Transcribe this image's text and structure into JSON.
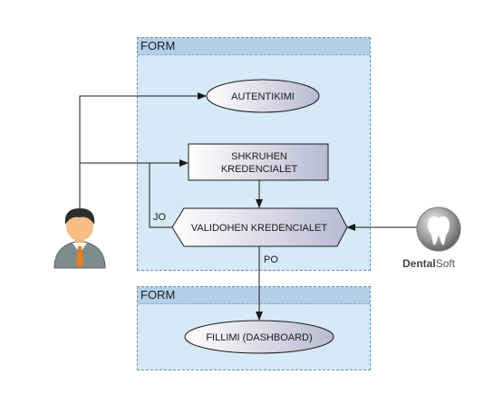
{
  "frames": {
    "top": {
      "title": "FORM"
    },
    "bottom": {
      "title": "FORM"
    }
  },
  "nodes": {
    "autentikimi": "AUTENTIKIMI",
    "shkruhen_line1": "SHKRUHEN",
    "shkruhen_line2": "KREDENCIALET",
    "validohen": "VALIDOHEN KREDENCIALET",
    "fillimi": "FILLIMI (DASHBOARD)"
  },
  "edge_labels": {
    "jo": "JO",
    "po": "PO"
  },
  "logo": {
    "brand_bold": "Dental",
    "brand_rest": "Soft"
  },
  "icons": [
    "user-avatar-icon",
    "tooth-logo-icon"
  ]
}
